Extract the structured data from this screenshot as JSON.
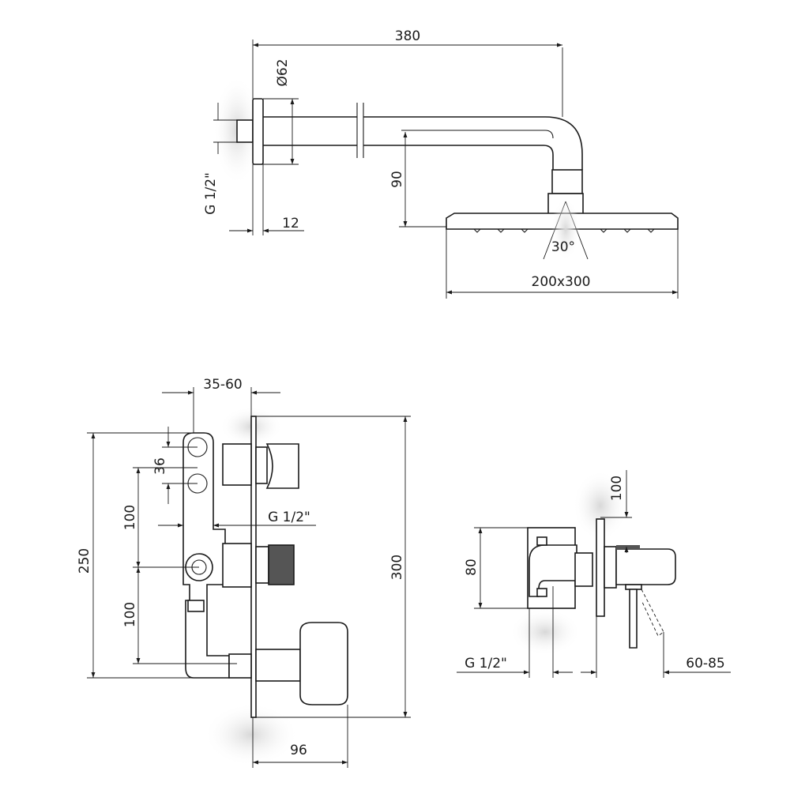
{
  "shower_arm": {
    "length": "380",
    "flange_diameter": "Ø62",
    "thread": "G 1/2\"",
    "flange_depth": "12",
    "drop": "90",
    "spray_angle": "30°",
    "head_size": "200x300"
  },
  "thermostatic_mixer": {
    "depth_range": "35-60",
    "outlet_spacing": "36",
    "spacing_upper": "100",
    "thread": "G 1/2\"",
    "total_height": "250",
    "spacing_lower": "100",
    "plate_height": "300",
    "projection": "96"
  },
  "single_lever_mixer": {
    "offset": "100",
    "body_height": "80",
    "thread": "G 1/2\"",
    "depth_range": "60-85"
  }
}
